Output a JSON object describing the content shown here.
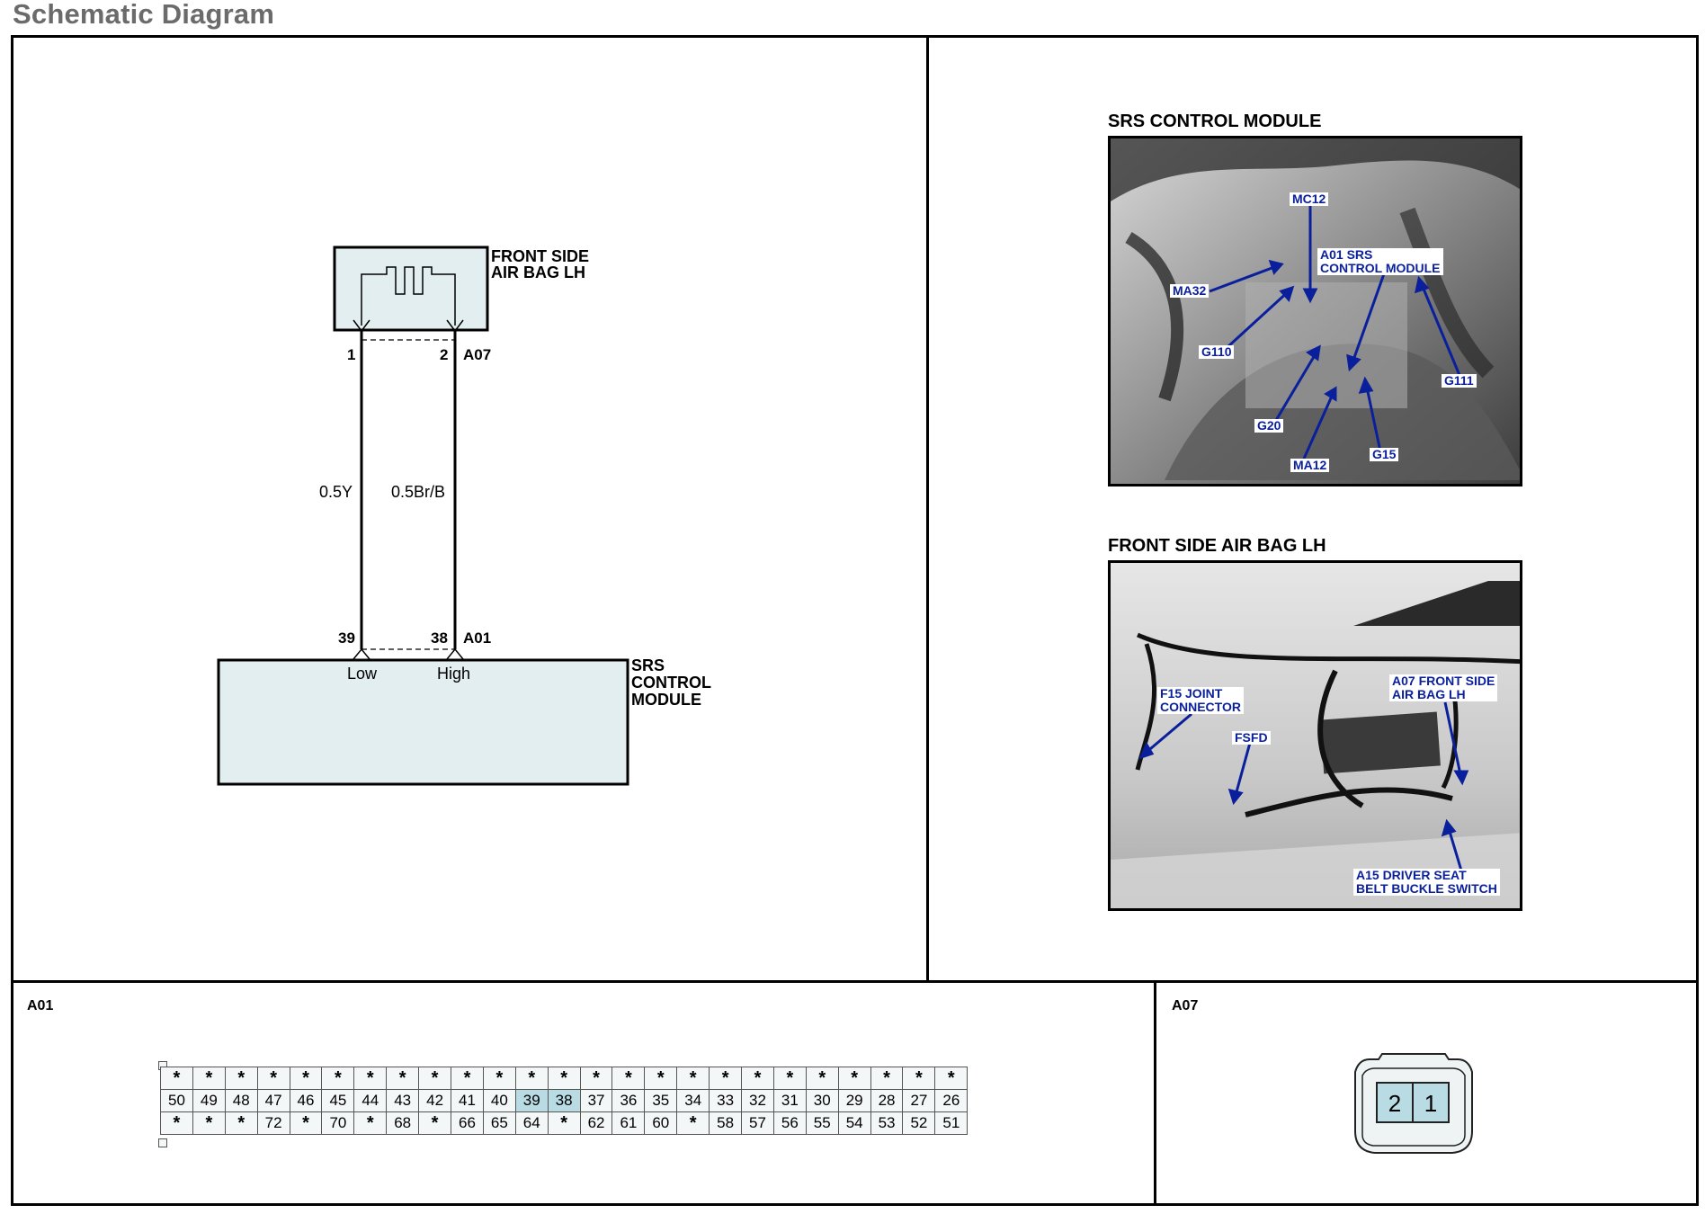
{
  "page_title": "Schematic Diagram",
  "schematic": {
    "component_top": {
      "name_line1": "FRONT SIDE",
      "name_line2": "AIR BAG LH",
      "connector": "A07",
      "pin_left": "1",
      "pin_right": "2"
    },
    "wires": {
      "left": "0.5Y",
      "right": "0.5Br/B"
    },
    "component_bottom": {
      "name_line1": "SRS",
      "name_line2": "CONTROL",
      "name_line3": "MODULE",
      "connector": "A01",
      "pin_left": "39",
      "pin_right": "38",
      "term_left": "Low",
      "term_right": "High"
    }
  },
  "photos": [
    {
      "title": "SRS CONTROL MODULE",
      "callouts": [
        "MC12",
        "A01 SRS\nCONTROL MODULE",
        "MA32",
        "G110",
        "G111",
        "G20",
        "MA12",
        "G15"
      ]
    },
    {
      "title": "FRONT SIDE AIR BAG LH",
      "callouts": [
        "F15 JOINT\nCONNECTOR",
        "A07 FRONT SIDE\nAIR BAG LH",
        "FSFD",
        "A15 DRIVER SEAT\nBELT BUCKLE SWITCH"
      ]
    }
  ],
  "connectors": {
    "a01": {
      "label": "A01",
      "rows": [
        [
          "*",
          "*",
          "*",
          "*",
          "*",
          "*",
          "*",
          "*",
          "*",
          "*",
          "*",
          "*",
          "*",
          "*",
          "*",
          "*",
          "*",
          "*",
          "*",
          "*",
          "*",
          "*",
          "*",
          "*",
          "*"
        ],
        [
          "50",
          "49",
          "48",
          "47",
          "46",
          "45",
          "44",
          "43",
          "42",
          "41",
          "40",
          "39",
          "38",
          "37",
          "36",
          "35",
          "34",
          "33",
          "32",
          "31",
          "30",
          "29",
          "28",
          "27",
          "26"
        ],
        [
          "*",
          "*",
          "*",
          "72",
          "*",
          "70",
          "*",
          "68",
          "*",
          "66",
          "65",
          "64",
          "*",
          "62",
          "61",
          "60",
          "*",
          "58",
          "57",
          "56",
          "55",
          "54",
          "53",
          "52",
          "51"
        ]
      ],
      "highlighted": [
        "39",
        "38"
      ]
    },
    "a07": {
      "label": "A07",
      "pins": [
        "2",
        "1"
      ]
    }
  }
}
